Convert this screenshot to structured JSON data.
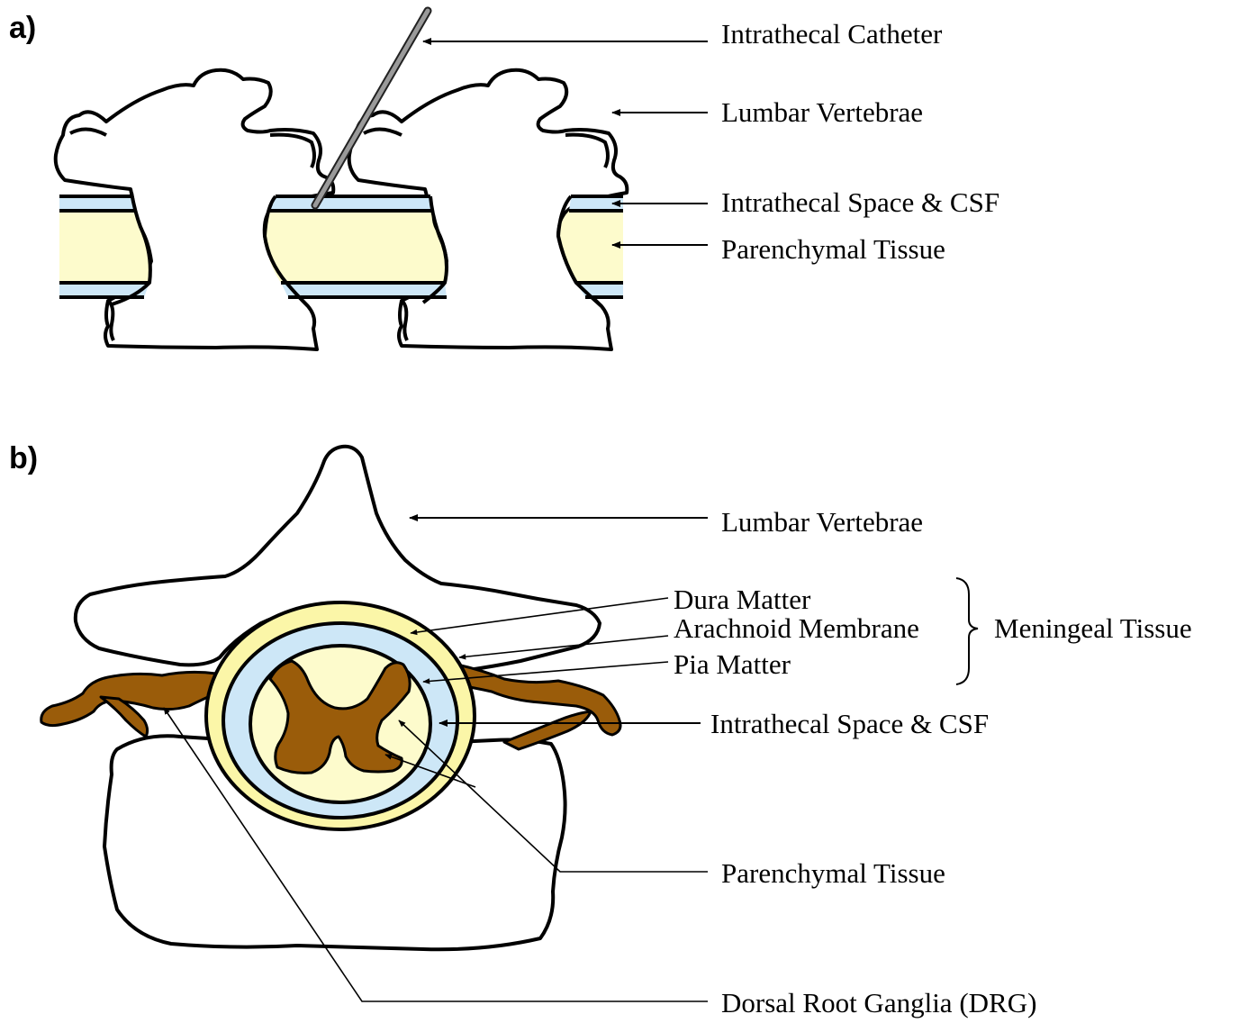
{
  "panel_a": {
    "letter": "a)",
    "labels": {
      "catheter": "Intrathecal Catheter",
      "vertebrae": "Lumbar Vertebrae",
      "space_csf": "Intrathecal Space & CSF",
      "parenchymal": "Parenchymal Tissue"
    }
  },
  "panel_b": {
    "letter": "b)",
    "labels": {
      "vertebrae": "Lumbar Vertebrae",
      "dura": "Dura Matter",
      "arachnoid": "Arachnoid Membrane",
      "pia": "Pia Matter",
      "meningeal": "Meningeal Tissue",
      "space_csf": "Intrathecal Space & CSF",
      "parenchymal": "Parenchymal Tissue",
      "drg": "Dorsal Root Ganglia (DRG)"
    }
  },
  "colors": {
    "csf": "#cde7f7",
    "tissue": "#fdfbcc",
    "dura_ring": "#fbf6a8",
    "gray_matter": "#9a5c0a",
    "catheter": "#8a8a8a"
  }
}
